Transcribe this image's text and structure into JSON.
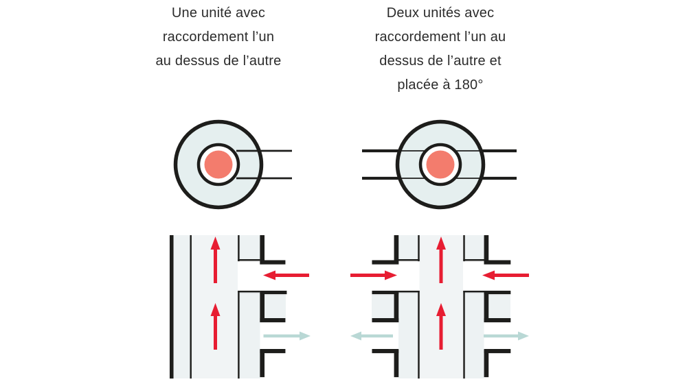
{
  "colors": {
    "ink": "#1d1d1b",
    "red": "#e71d32",
    "teal": "#b9d8d5",
    "orange": "#f37c6d",
    "pale": "#e5efef",
    "band": "#edf2f3",
    "shaft": "#f1f4f5",
    "text": "#2b2b2b"
  },
  "left_column": {
    "title_lines": [
      "Une unité avec",
      "raccordement l’un",
      "au dessus de l’autre"
    ]
  },
  "right_column": {
    "title_lines": [
      "Deux unités avec",
      "raccordement l’un au",
      "dessus de l’autre et",
      "placée à 180°"
    ]
  }
}
